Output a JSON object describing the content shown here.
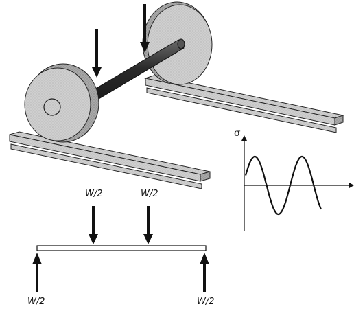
{
  "axle_figure": {
    "load_labels_top": [
      "W/2",
      "W/2"
    ],
    "reaction_labels_bottom": [
      "W/2",
      "W/2"
    ]
  },
  "stress_plot": {
    "y_axis_symbol": "σ",
    "curve": "sine"
  },
  "colors": {
    "ink": "#111111",
    "wheel_fill": "#c8c8c8",
    "wheel_dark": "#9a9a9a",
    "rail_fill": "#d6d6d6",
    "axle_fill": "#3a3a3a"
  }
}
